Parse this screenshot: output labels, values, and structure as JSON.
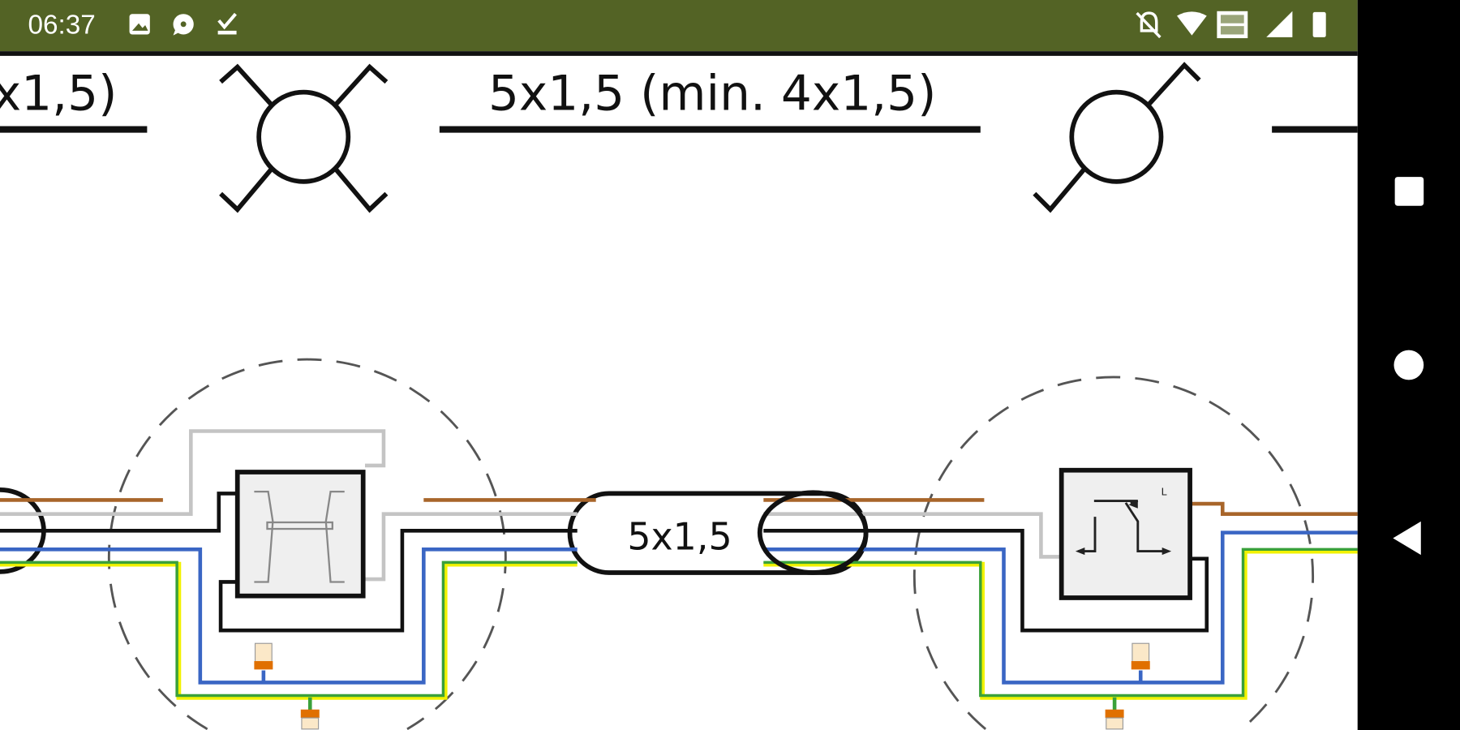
{
  "status_bar": {
    "time": "06:37",
    "left_icons": [
      "image-notification-icon",
      "chat-notification-icon",
      "download-done-icon"
    ],
    "right_icons": [
      "notifications-off-icon",
      "wifi-icon",
      "volte-icon",
      "signal-icon",
      "battery-icon"
    ],
    "background": "#536325"
  },
  "diagram": {
    "left_cable_label": "x1,5)",
    "middle_cable_label": "5x1,5 (min. 4x1,5)",
    "cable_sheath_label": "5x1,5",
    "switch_label_right": "L",
    "wire_colors": {
      "brown": "#a8652a",
      "gray": "#c4c4c4",
      "black": "#111111",
      "blue": "#3a66c4",
      "green": "#3aa13a",
      "yellow": "#f2f200"
    }
  },
  "nav_bar": {
    "buttons": [
      "recents-button",
      "home-button",
      "back-button"
    ]
  }
}
